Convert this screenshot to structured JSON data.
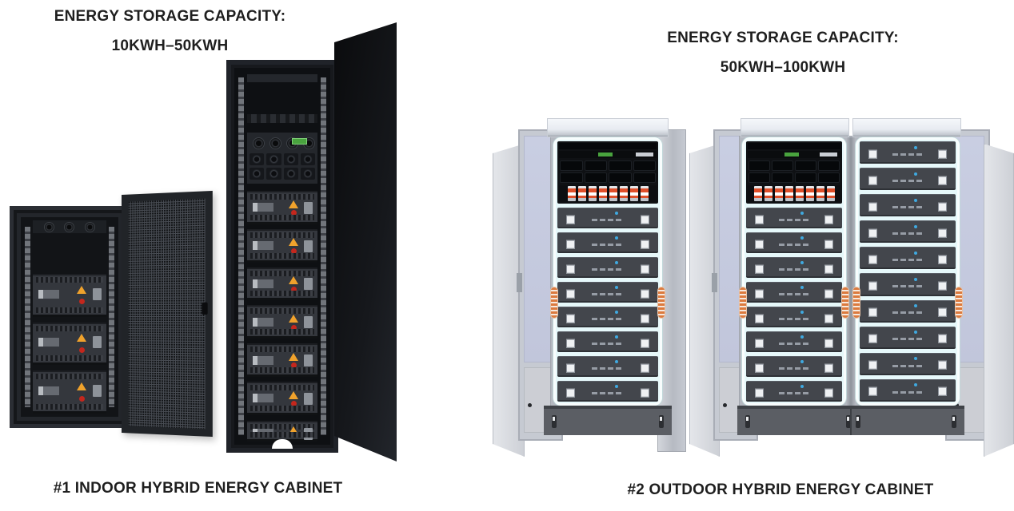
{
  "left_section": {
    "heading_line1": "ENERGY STORAGE CAPACITY:",
    "heading_line2": "10KWH–50KWH",
    "caption": "#1 INDOOR HYBRID ENERGY CABINET",
    "wall_cabinet": {
      "battery_modules": 3,
      "fans": 3
    },
    "rack_cabinet": {
      "battery_modules": 6,
      "fans": 4,
      "power_cells": 8
    }
  },
  "right_section": {
    "heading_line1": "ENERGY STORAGE CAPACITY:",
    "heading_line2": "50KWH–100KWH",
    "caption": "#2 OUTDOOR HYBRID ENERGY CABINET",
    "single_cabinet": {
      "battery_modules": 8,
      "breakers": 8,
      "control_slots": 8
    },
    "double_cabinet": {
      "left_bay_modules": 8,
      "right_bay_modules": 10,
      "breakers": 8,
      "control_slots": 8
    }
  },
  "colors": {
    "text": "#1f1f1f",
    "indoor_cabinet_black": "#1a1c20",
    "warning_orange": "#f0a22c",
    "warning_red": "#c4271d",
    "outdoor_body_gray": "#c6cad2",
    "door_lavender": "#c6cbe0",
    "rack_frame_cyan": "#e6f8fa",
    "battery_module_gray": "#43464c",
    "led_blue": "#3fa9e0",
    "breaker_orange": "#df4f2a",
    "coil_orange": "#db7a3e",
    "base_gray": "#5b5e64"
  }
}
